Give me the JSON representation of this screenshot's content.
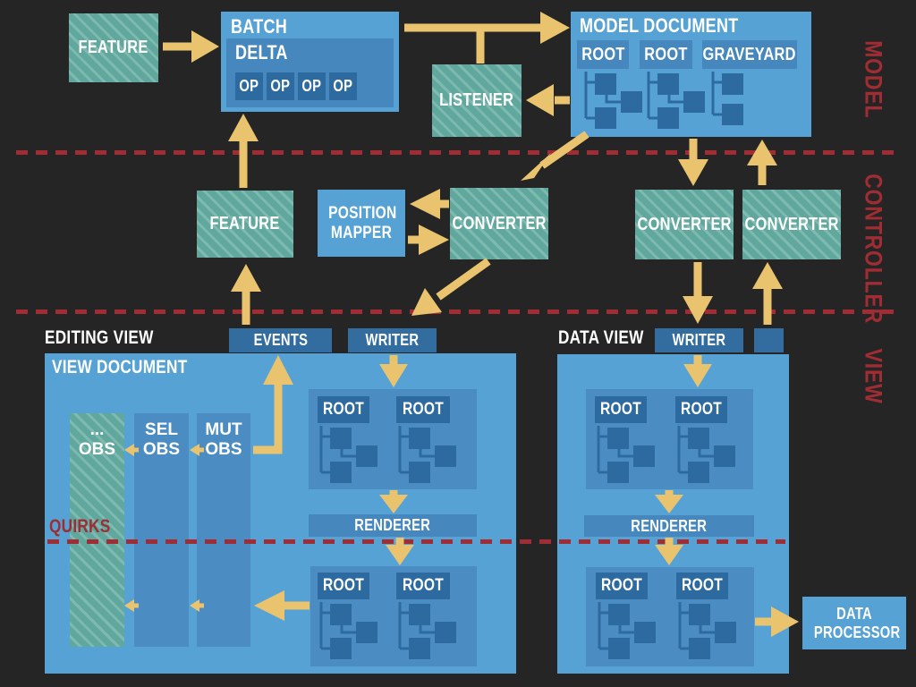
{
  "colors": {
    "background": "#262525",
    "box_blue": "#57a2d5",
    "panel_blue": "#4b8dc2",
    "header_blue": "#4687bd",
    "node_blue": "#2d6aa0",
    "tab_blue": "#336d9f",
    "teal": "#60a79e",
    "teal_stripe": "#7fbab0",
    "arrow_yellow": "#eac36e",
    "red": "#a02c34",
    "text_white": "#ffffff"
  },
  "bands": {
    "model_label": "MODEL",
    "controller_label": "CONTROLLER",
    "view_label": "VIEW"
  },
  "model": {
    "feature_label": "FEATURE",
    "batch_label": "BATCH",
    "delta_label": "DELTA",
    "ops": [
      "OP",
      "OP",
      "OP",
      "OP"
    ],
    "listener_label": "LISTENER",
    "document_title": "MODEL DOCUMENT",
    "roots": [
      "ROOT",
      "ROOT",
      "GRAVEYARD"
    ]
  },
  "controller": {
    "feature_label": "FEATURE",
    "position_mapper_label": "POSITION MAPPER",
    "converter_editing_label": "CONVERTER",
    "converter_data_left_label": "CONVERTER",
    "converter_data_right_label": "CONVERTER"
  },
  "editing_view": {
    "label": "EDITING VIEW",
    "events_tab": "EVENTS",
    "writer_tab": "WRITER",
    "document_title": "VIEW DOCUMENT",
    "observers": [
      {
        "top": "...",
        "bottom": "OBS"
      },
      {
        "top": "SEL",
        "bottom": "OBS"
      },
      {
        "top": "MUT",
        "bottom": "OBS"
      }
    ],
    "quirks_label": "QUIRKS",
    "renderer_label": "RENDERER",
    "upper_roots": [
      "ROOT",
      "ROOT"
    ],
    "lower_roots": [
      "ROOT",
      "ROOT"
    ]
  },
  "data_view": {
    "label": "DATA VIEW",
    "writer_tab": "WRITER",
    "renderer_label": "RENDERER",
    "upper_roots": [
      "ROOT",
      "ROOT"
    ],
    "lower_roots": [
      "ROOT",
      "ROOT"
    ],
    "data_processor_label": "DATA PROCESSOR"
  }
}
